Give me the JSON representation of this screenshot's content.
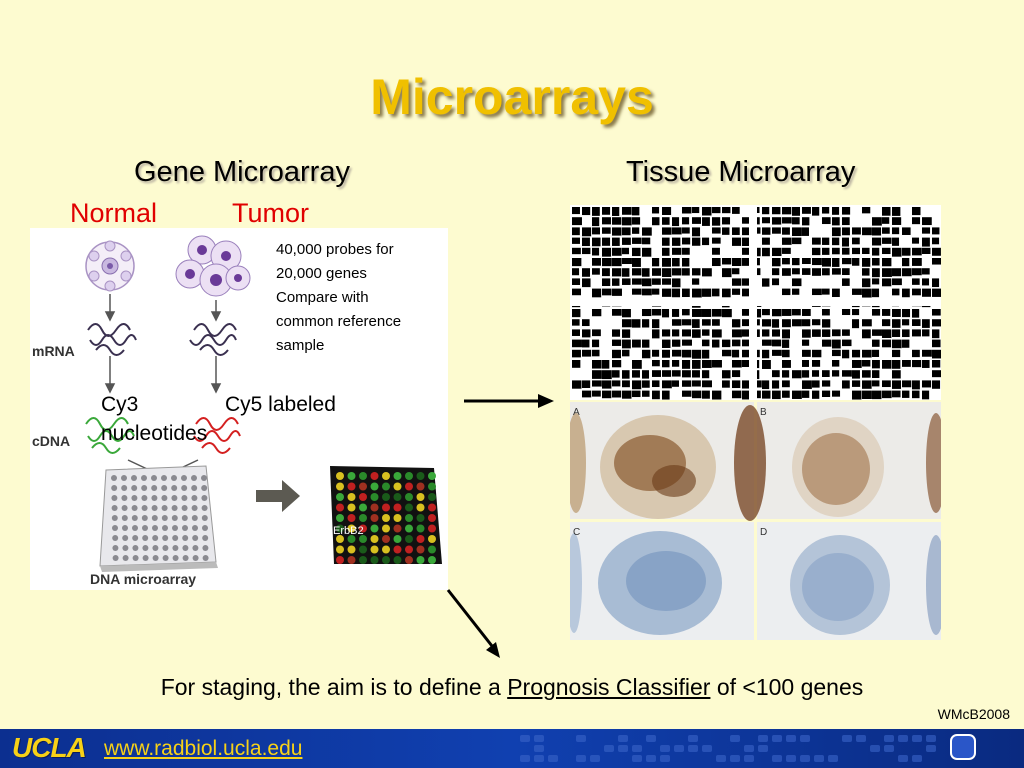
{
  "slide": {
    "title": "Microarrays",
    "gene_heading": "Gene Microarray",
    "tissue_heading": "Tissue Microarray",
    "normal_label": "Normal",
    "tumor_label": "Tumor",
    "probes_note": [
      "40,000 probes for",
      "20,000 genes",
      "Compare with",
      "common reference",
      "sample"
    ],
    "cy3_label": "Cy3",
    "cy5_label": "Cy5 labeled",
    "nucleotides_label": "nucleotides",
    "statement_prefix": "For staging, the aim is to define a ",
    "statement_link": "Prognosis Classifier",
    "statement_suffix": " of <100 genes",
    "credit": "WMcB2008"
  },
  "figure": {
    "mrna_label": "mRNA",
    "cdna_label": "cDNA",
    "dna_microarray_label": "DNA microarray",
    "erbb2_label": "ErbB2"
  },
  "tissue_panels": [
    "A",
    "B",
    "C",
    "D"
  ],
  "footer": {
    "logo_text": "UCLA",
    "url": "www.radbiol.ucla.edu"
  },
  "colors": {
    "title": "#f0c000",
    "red_label": "#e00000",
    "background": "#fdfbd0",
    "footer": "#1040b0",
    "cy3_green": "#3aa83a",
    "cy5_red": "#d42020"
  }
}
